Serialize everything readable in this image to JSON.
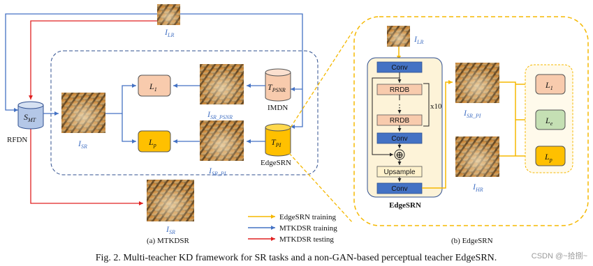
{
  "figure": {
    "caption": "Fig. 2. Multi-teacher KD framework for SR tasks and a non-GAN-based perceptual teacher EdgeSRN.",
    "watermark": "CSDN @~拾捌~"
  },
  "left_panel": {
    "caption": "(a) MTKDSR",
    "top_image_label": {
      "main": "I",
      "sub": "LR"
    },
    "student": {
      "main": "S",
      "sub": "MT",
      "name": "RFDN"
    },
    "sr_mid_label": {
      "main": "I",
      "sub": "SR"
    },
    "sr_bottom_label": {
      "main": "I",
      "sub": "SR"
    },
    "loss_l1": {
      "main": "L",
      "sub": "1"
    },
    "loss_lp": {
      "main": "L",
      "sub": "p"
    },
    "psnr_image_label": {
      "main": "I",
      "sub": "SR_PSNR"
    },
    "pi_image_label": {
      "main": "I",
      "sub": "SR_PI"
    },
    "teacher_psnr": {
      "main": "T",
      "sub": "PSNR",
      "name": "IMDN"
    },
    "teacher_pi": {
      "main": "T",
      "sub": "PI",
      "name": "EdgeSRN"
    }
  },
  "right_panel": {
    "caption": "(b) EdgeSRN",
    "input_label": {
      "main": "I",
      "sub": "LR"
    },
    "network_name": "EdgeSRN",
    "blocks": {
      "conv1": "Conv",
      "rrdb1": "RRDB",
      "dots": "⋮",
      "rrdb2": "RRDB",
      "conv2": "Conv",
      "upsample": "Upsample",
      "conv3": "Conv"
    },
    "repeat": "x10",
    "plus_symbol": "⊕",
    "sr_label": {
      "main": "I",
      "sub": "SR_PI"
    },
    "hr_label": {
      "main": "I",
      "sub": "HR"
    },
    "loss_l1": {
      "main": "L",
      "sub": "1"
    },
    "loss_le": {
      "main": "L",
      "sub": "e"
    },
    "loss_lp": {
      "main": "L",
      "sub": "p"
    }
  },
  "legend": [
    {
      "label": "EdgeSRN training",
      "color": "#f5b800"
    },
    {
      "label": "MTKDSR training",
      "color": "#4472c4"
    },
    {
      "label": "MTKDSR testing",
      "color": "#e02020"
    }
  ],
  "colors": {
    "blue_line": "#4472c4",
    "red_line": "#e02020",
    "yellow_line": "#f5b800",
    "dashed_blue": "#2f4f8f",
    "dashed_yellow": "#f5b800",
    "loss_salmon": "#f8cbad",
    "loss_yellow": "#ffc000",
    "loss_green": "#c5e0b4",
    "conv_blue": "#4472c4",
    "rrdb_salmon": "#f8cbad",
    "upsample_fill": "#fff2cc",
    "network_bg": "#fdf3d8",
    "cyl_blue": "#b4c7e7",
    "cyl_salmon": "#f8cbad",
    "cyl_yellow": "#ffc000",
    "label_blue": "#4472c4"
  }
}
